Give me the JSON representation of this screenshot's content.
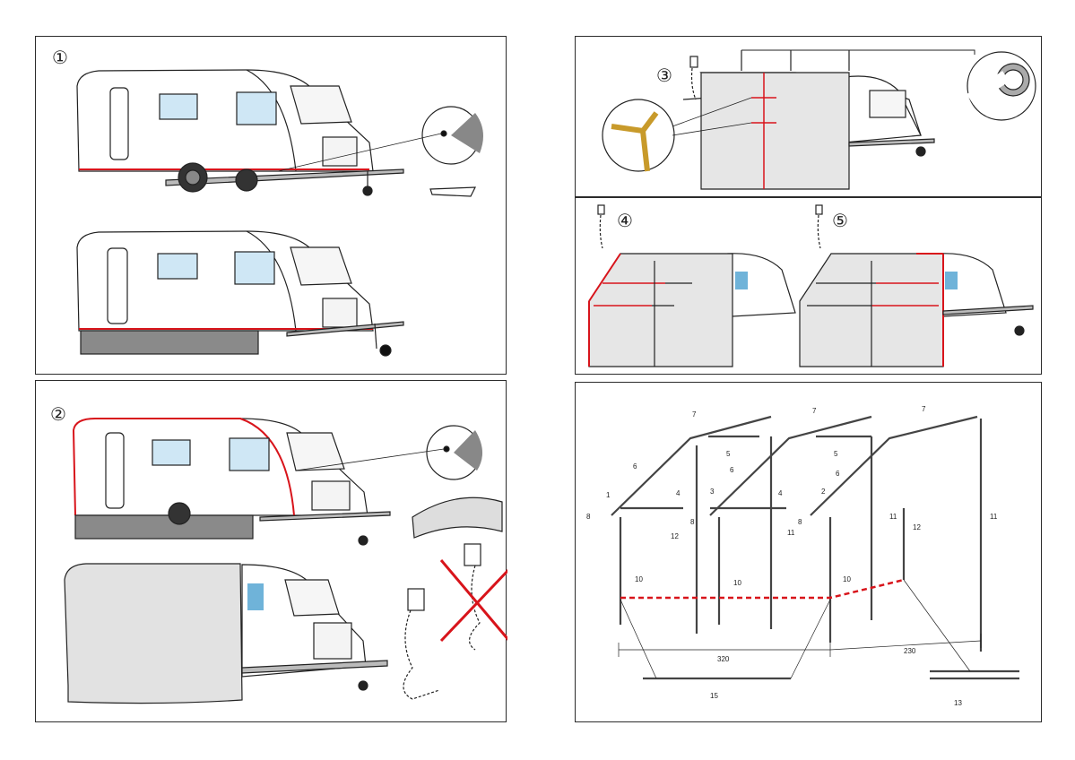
{
  "panels": [
    {
      "step": "①"
    },
    {
      "step": "②"
    },
    {
      "step": "③"
    },
    {
      "step": "④",
      "step2": "⑤"
    }
  ],
  "frame": {
    "labels": {
      "l1": "1",
      "l2": "2",
      "l3": "3",
      "l4a": "4",
      "l4b": "4",
      "l5a": "5",
      "l5b": "5",
      "l6a": "6",
      "l6b": "6",
      "l6c": "6",
      "l7a": "7",
      "l7b": "7",
      "l7c": "7",
      "l8a": "8",
      "l8b": "8",
      "l8c": "8",
      "l10a": "10",
      "l10b": "10",
      "l10c": "10",
      "l11a": "11",
      "l11b": "11",
      "l11c": "11",
      "l12a": "12",
      "l12b": "12",
      "l13": "13",
      "l15": "15"
    },
    "dimensions": {
      "width_front": "320",
      "width_side": "230"
    }
  },
  "colors": {
    "accent": "#d8141b",
    "line": "#222222",
    "fill": "#e6e6e6",
    "window": "#6fb3d9",
    "skirt": "#8a8a8a"
  }
}
